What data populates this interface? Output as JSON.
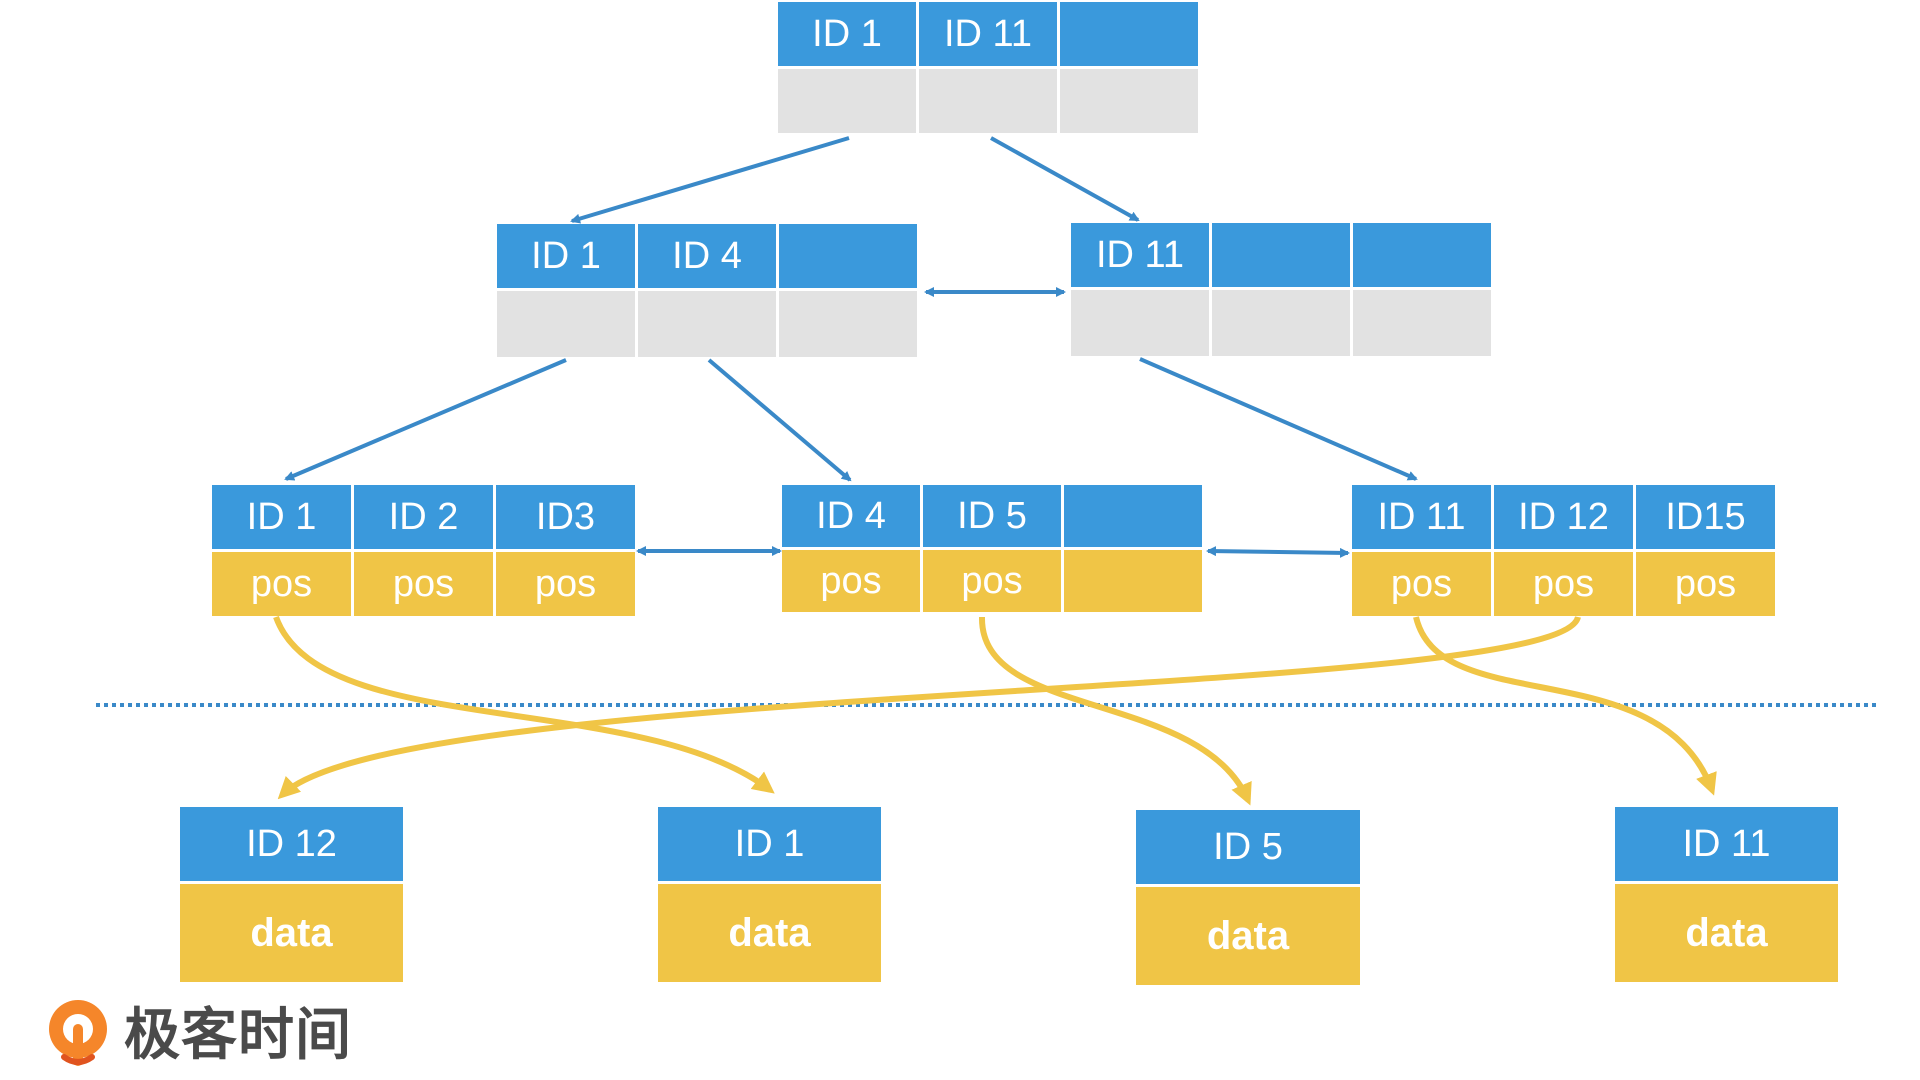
{
  "colors": {
    "key": "#3a99dc",
    "pointer": "#e2e2e2",
    "pos": "#f0c546",
    "data": "#f0c546",
    "edge": "#3a89c8",
    "data_edge": "#f0c546",
    "divider": "#3a89c8"
  },
  "index": {
    "root": {
      "keys": [
        "ID 1",
        "ID 11",
        ""
      ]
    },
    "level1": [
      {
        "keys": [
          "ID 1",
          "ID 4",
          ""
        ]
      },
      {
        "keys": [
          "ID 11",
          "",
          ""
        ]
      }
    ],
    "leaves": [
      {
        "keys": [
          "ID 1",
          "ID 2",
          "ID3"
        ],
        "pos": [
          "pos",
          "pos",
          "pos"
        ]
      },
      {
        "keys": [
          "ID 4",
          "ID 5",
          ""
        ],
        "pos": [
          "pos",
          "pos",
          ""
        ]
      },
      {
        "keys": [
          "ID 11",
          "ID 12",
          "ID15"
        ],
        "pos": [
          "pos",
          "pos",
          "pos"
        ]
      }
    ]
  },
  "records": [
    {
      "id": "ID 12",
      "label": "data"
    },
    {
      "id": "ID 1",
      "label": "data"
    },
    {
      "id": "ID 5",
      "label": "data"
    },
    {
      "id": "ID 11",
      "label": "data"
    }
  ],
  "logo": {
    "text": "极客时间",
    "icon": "geektime-logo-icon"
  }
}
